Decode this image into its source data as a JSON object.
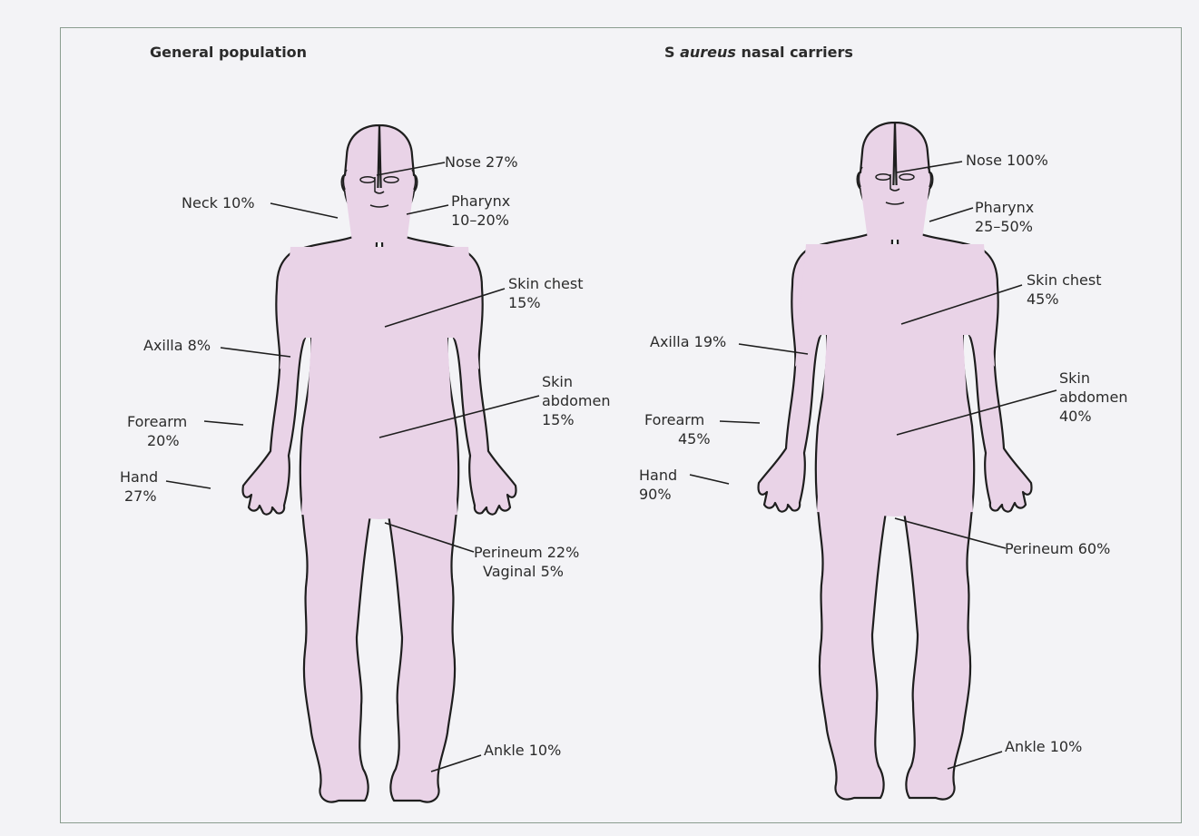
{
  "panels": {
    "left": {
      "title": "General population",
      "labels": {
        "nose": "Nose 27%",
        "neck": "Neck 10%",
        "pharynx_1": "Pharynx",
        "pharynx_2": "10–20%",
        "skin_chest_1": "Skin chest",
        "skin_chest_2": "15%",
        "axilla": "Axilla 8%",
        "skin_abdomen_1": "Skin",
        "skin_abdomen_2": "abdomen",
        "skin_abdomen_3": "15%",
        "forearm_1": "Forearm",
        "forearm_2": "20%",
        "hand_1": "Hand",
        "hand_2": "27%",
        "perineum": "Perineum 22%",
        "vaginal": "Vaginal 5%",
        "ankle": "Ankle 10%"
      }
    },
    "right": {
      "title_prefix": "S ",
      "title_italic": "aureus",
      "title_suffix": " nasal carriers",
      "labels": {
        "nose": "Nose 100%",
        "pharynx_1": "Pharynx",
        "pharynx_2": "25–50%",
        "skin_chest_1": "Skin chest",
        "skin_chest_2": "45%",
        "axilla": "Axilla 19%",
        "skin_abdomen_1": "Skin",
        "skin_abdomen_2": "abdomen",
        "skin_abdomen_3": "40%",
        "forearm_1": "Forearm",
        "forearm_2": "45%",
        "hand_1": "Hand",
        "hand_2": "90%",
        "perineum": "Perineum 60%",
        "ankle": "Ankle 10%"
      }
    }
  },
  "colors": {
    "body_fill": "#e9d3e7",
    "outline": "#1e1e1e",
    "background": "#f3f3f6",
    "frame": "#8a9d8f"
  }
}
